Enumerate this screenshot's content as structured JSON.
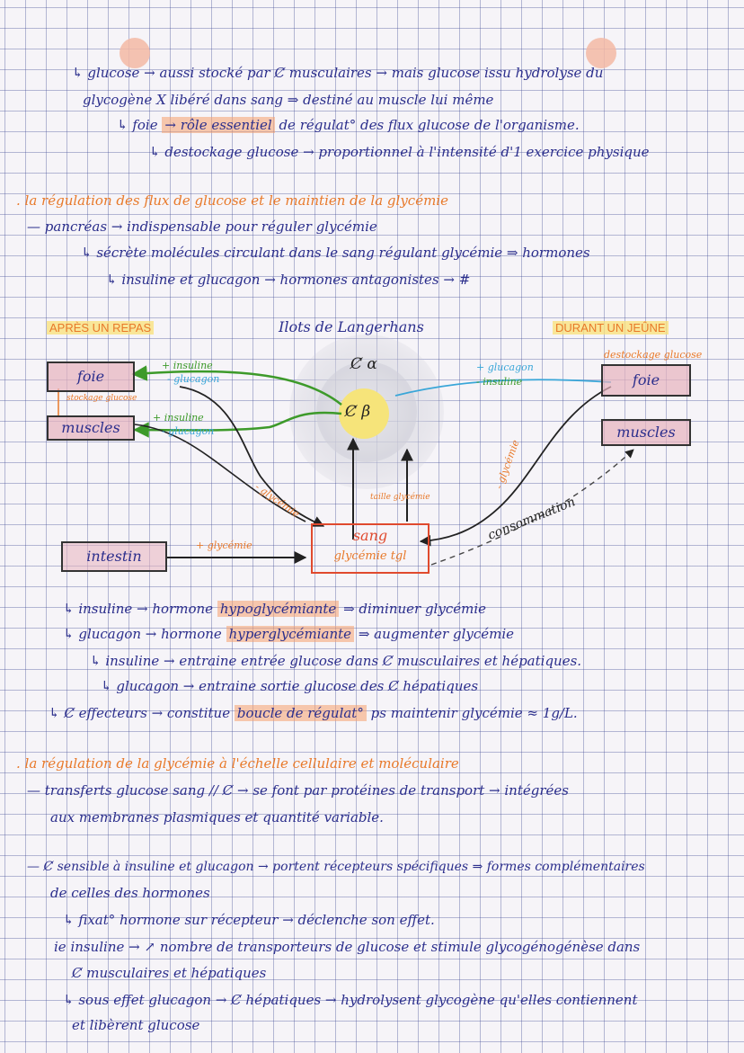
{
  "notes": {
    "l1": "↳ glucose → aussi stocké par Ȼ musculaires → mais glucose issu hydrolyse du",
    "l2": "glycogène X libéré dans sang ⇒ destiné au muscle lui même",
    "l3_head": "↳ foie",
    "l3_hl": "→ rôle essentiel",
    "l3_tail": "de régulat° des flux glucose de l'organisme.",
    "l4": "↳ destockage glucose → proportionnel à l'intensité d'1 exercice physique"
  },
  "section1": {
    "title": ". la régulation des flux de glucose et le maintien de la glycémie",
    "l1": "— pancréas → indispensable pour réguler glycémie",
    "l2": "↳ sécrète molécules circulant dans le sang régulant glycémie ⇒ hormones",
    "l3": "↳ insuline et glucagon → hormones antagonistes → #"
  },
  "diagram": {
    "after_meal": "APRÈS UN REPAS",
    "islets": "Ilots de Langerhans",
    "fasting": "DURANT UN JEÛNE",
    "cell_alpha": "Ȼ α",
    "cell_beta": "Ȼ β",
    "liver_left": "foie",
    "muscles_left": "muscles",
    "liver_right": "foie",
    "muscles_right": "muscles",
    "intestine": "intestin",
    "blood": "sang",
    "blood_sub": "glycémie tgl",
    "plus_insulin_1": "+ insuline",
    "minus_glucagon_1": "- glucagon",
    "plus_insulin_2": "+ insuline",
    "minus_glucagon_2": "- glucagon",
    "plus_glucagon": "+ glucagon",
    "minus_insulin": "- insuline",
    "destock": "destockage glucose",
    "stockage": "stockage glucose",
    "minus_glycemia": "- glycémie",
    "plus_glycemia_intestine": "+ glycémie",
    "rate_glycemia": "taille glycémie",
    "minus_glycemia_right": "- glycémie",
    "consumption": "consommation"
  },
  "section1b": {
    "l1_pre": "↳ insuline → hormone",
    "l1_hl": "hypoglycémiante",
    "l1_post": "⇒ diminuer glycémie",
    "l2_pre": "↳ glucagon → hormone",
    "l2_hl": "hyperglycémiante",
    "l2_post": "⇒ augmenter glycémie",
    "l3": "↳ insuline → entraine entrée glucose dans Ȼ musculaires et hépatiques.",
    "l4": "↳ glucagon → entraine sortie glucose des Ȼ hépatiques",
    "l5_pre": "↳ Ȼ effecteurs → constitue",
    "l5_hl": "boucle de régulat°",
    "l5_post": "ps maintenir glycémie ≈ 1g/L."
  },
  "section2": {
    "title": ". la régulation de la glycémie à l'échelle cellulaire et moléculaire",
    "l1": "— transferts glucose sang // Ȼ → se font par protéines de transport → intégrées",
    "l2": "aux membranes plasmiques et quantité variable.",
    "l3": "— Ȼ sensible à insuline et glucagon → portent récepteurs spécifiques ⇒ formes complémentaires",
    "l4": "de celles des hormones",
    "l5": "↳ fixat° hormone sur récepteur → déclenche son effet.",
    "l6": "ie insuline → ↗ nombre de transporteurs de glucose et stimule glycogénogénèse dans",
    "l7": "Ȼ musculaires et hépatiques",
    "l8": "↳ sous effet glucagon → Ȼ hépatiques → hydrolysent glycogène qu'elles contiennent",
    "l9": "et libèrent glucose"
  }
}
